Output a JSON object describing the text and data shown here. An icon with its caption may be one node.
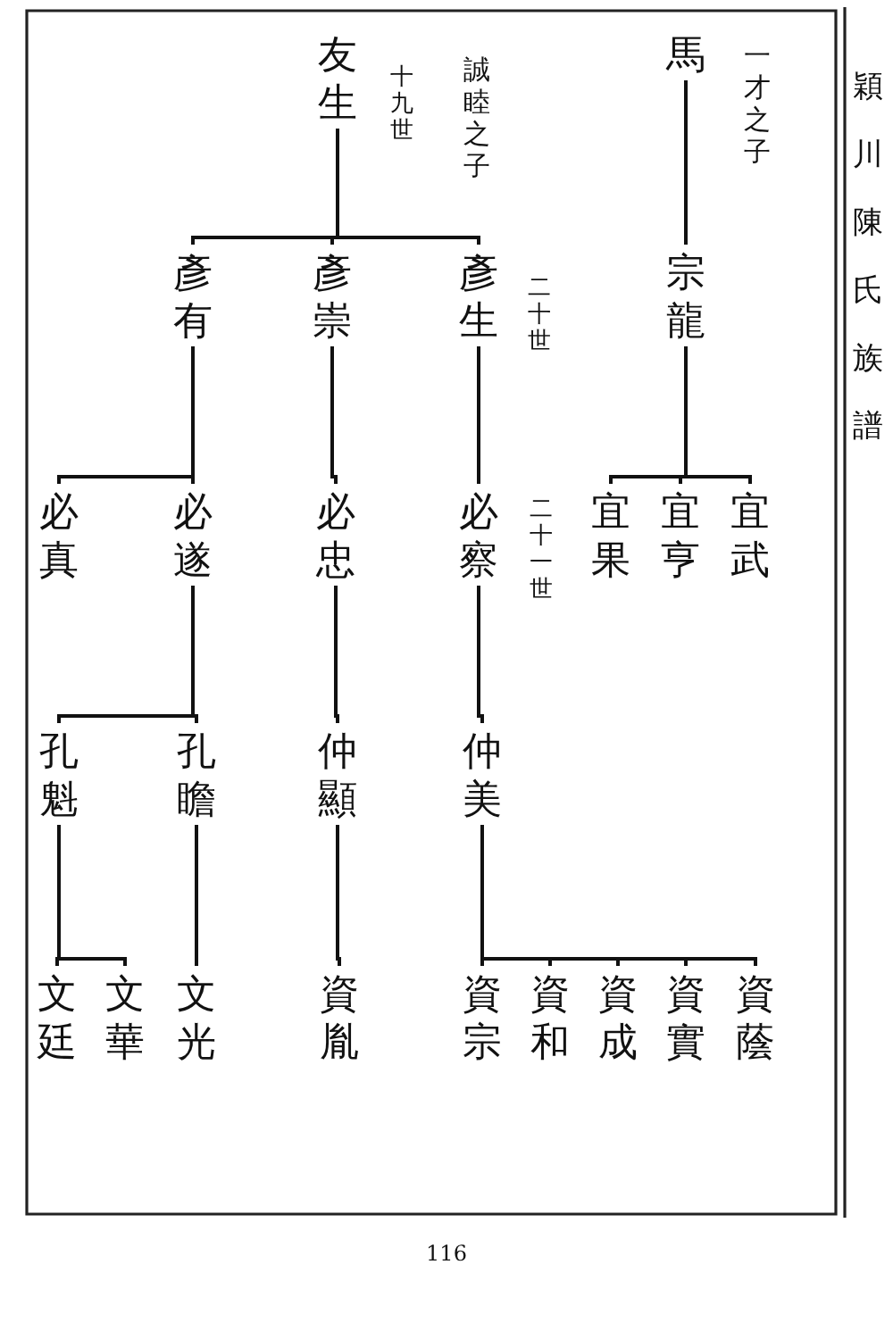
{
  "diagram": {
    "title": "穎川陳氏族譜",
    "nodes": [
      {
        "text": [
          "馬"
        ],
        "beside": [
          "一才之子"
        ]
      },
      {
        "text": [
          "宗龍"
        ]
      },
      {
        "text": [
          "宜武"
        ]
      },
      {
        "text": [
          "宜亨"
        ]
      },
      {
        "text": [
          "宜果"
        ]
      },
      {
        "text": [
          "友生"
        ]
      },
      {
        "text": [
          "彥生"
        ]
      },
      {
        "text": [
          "彥崇"
        ]
      },
      {
        "text": [
          "彥有"
        ]
      },
      {
        "text": [
          "必察"
        ]
      },
      {
        "text": [
          "必忠"
        ]
      },
      {
        "text": [
          "必遂"
        ]
      },
      {
        "text": [
          "必真"
        ]
      },
      {
        "text": [
          "仲美"
        ]
      },
      {
        "text": [
          "仲顯"
        ]
      },
      {
        "text": [
          "孔瞻"
        ]
      },
      {
        "text": [
          "孔魁"
        ]
      },
      {
        "text": [
          "資蔭"
        ]
      },
      {
        "text": [
          "資實"
        ]
      },
      {
        "text": [
          "資成"
        ]
      },
      {
        "text": [
          "資和"
        ]
      },
      {
        "text": [
          "資宗"
        ]
      },
      {
        "text": [
          "資胤"
        ]
      },
      {
        "text": [
          "文光"
        ]
      },
      {
        "text": [
          "文華"
        ]
      },
      {
        "text": [
          "文廷"
        ]
      }
    ],
    "edges": [
      {
        "from": 0,
        "to": 1,
        "arrow": "none"
      },
      {
        "from": 1,
        "to": 2,
        "arrow": "none"
      },
      {
        "from": 1,
        "to": 3,
        "arrow": "none"
      },
      {
        "from": 1,
        "to": 4,
        "arrow": "none"
      },
      {
        "from": 5,
        "to": 6,
        "arrow": "none"
      },
      {
        "from": 5,
        "to": 7,
        "arrow": "none"
      },
      {
        "from": 5,
        "to": 8,
        "arrow": "none"
      },
      {
        "from": 6,
        "to": 9,
        "arrow": "none"
      },
      {
        "from": 7,
        "to": 10,
        "arrow": "none"
      },
      {
        "from": 8,
        "to": 11,
        "arrow": "none"
      },
      {
        "from": 8,
        "to": 12,
        "arrow": "none"
      },
      {
        "from": 9,
        "to": 13,
        "arrow": "none"
      },
      {
        "from": 10,
        "to": 14,
        "arrow": "none"
      },
      {
        "from": 11,
        "to": 15,
        "arrow": "none"
      },
      {
        "from": 11,
        "to": 16,
        "arrow": "none"
      },
      {
        "from": 13,
        "to": 17,
        "arrow": "none"
      },
      {
        "from": 13,
        "to": 18,
        "arrow": "none"
      },
      {
        "from": 13,
        "to": 19,
        "arrow": "none"
      },
      {
        "from": 13,
        "to": 20,
        "arrow": "none"
      },
      {
        "from": 13,
        "to": 21,
        "arrow": "none"
      },
      {
        "from": 14,
        "to": 22,
        "arrow": "none"
      },
      {
        "from": 15,
        "to": 23,
        "arrow": "none"
      },
      {
        "from": 16,
        "to": 24,
        "arrow": "none"
      },
      {
        "from": 16,
        "to": 25,
        "arrow": "none"
      }
    ],
    "labels": [
      "誠睦之子",
      "十九世",
      "二十世",
      "二十一世",
      "116"
    ]
  }
}
